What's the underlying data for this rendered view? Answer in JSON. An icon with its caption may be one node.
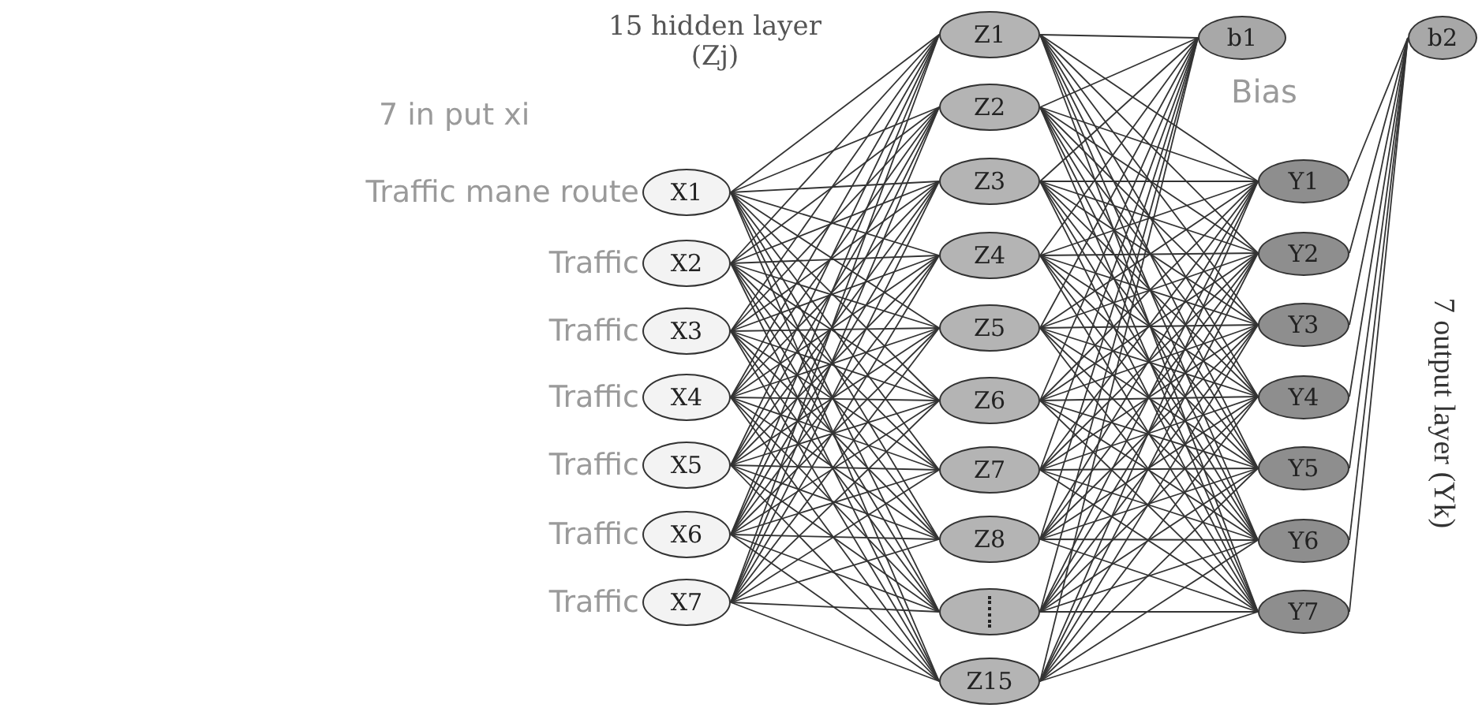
{
  "diagram": {
    "nodes": [
      {
        "text": [
          "X1"
        ],
        "beside": [
          "Traffic mane route"
        ]
      },
      {
        "text": [
          "X2"
        ],
        "beside": [
          "Traffic"
        ]
      },
      {
        "text": [
          "X3"
        ],
        "beside": [
          "Traffic"
        ]
      },
      {
        "text": [
          "X4"
        ],
        "beside": [
          "Traffic"
        ]
      },
      {
        "text": [
          "X5"
        ],
        "beside": [
          "Traffic"
        ]
      },
      {
        "text": [
          "X6"
        ],
        "beside": [
          "Traffic"
        ]
      },
      {
        "text": [
          "X7"
        ],
        "beside": [
          "Traffic"
        ]
      },
      {
        "text": [
          "Z1"
        ]
      },
      {
        "text": [
          "Z2"
        ]
      },
      {
        "text": [
          "Z3"
        ]
      },
      {
        "text": [
          "Z4"
        ]
      },
      {
        "text": [
          "Z5"
        ]
      },
      {
        "text": [
          "Z6"
        ]
      },
      {
        "text": [
          "Z7"
        ]
      },
      {
        "text": [
          "Z8"
        ]
      },
      {
        "text": [],
        "shape": "circle"
      },
      {
        "text": [
          "Z15"
        ]
      },
      {
        "text": [
          "b1"
        ]
      },
      {
        "text": [
          "Y1"
        ]
      },
      {
        "text": [
          "Y2"
        ]
      },
      {
        "text": [
          "Y3"
        ]
      },
      {
        "text": [
          "Y4"
        ]
      },
      {
        "text": [
          "Y5"
        ]
      },
      {
        "text": [
          "Y6"
        ]
      },
      {
        "text": [
          "Y7"
        ]
      },
      {
        "text": [
          "b2"
        ]
      }
    ],
    "edges": [
      {
        "from": 0,
        "to": 7,
        "arrow": "none"
      },
      {
        "from": 0,
        "to": 8,
        "arrow": "none"
      },
      {
        "from": 0,
        "to": 9,
        "arrow": "none"
      },
      {
        "from": 0,
        "to": 10,
        "arrow": "none"
      },
      {
        "from": 0,
        "to": 11,
        "arrow": "none"
      },
      {
        "from": 0,
        "to": 12,
        "arrow": "none"
      },
      {
        "from": 0,
        "to": 13,
        "arrow": "none"
      },
      {
        "from": 0,
        "to": 14,
        "arrow": "none"
      },
      {
        "from": 0,
        "to": 15,
        "arrow": "none"
      },
      {
        "from": 0,
        "to": 16,
        "arrow": "none"
      },
      {
        "from": 1,
        "to": 7,
        "arrow": "none"
      },
      {
        "from": 1,
        "to": 8,
        "arrow": "none"
      },
      {
        "from": 1,
        "to": 9,
        "arrow": "none"
      },
      {
        "from": 1,
        "to": 10,
        "arrow": "none"
      },
      {
        "from": 1,
        "to": 11,
        "arrow": "none"
      },
      {
        "from": 1,
        "to": 12,
        "arrow": "none"
      },
      {
        "from": 1,
        "to": 13,
        "arrow": "none"
      },
      {
        "from": 1,
        "to": 14,
        "arrow": "none"
      },
      {
        "from": 1,
        "to": 15,
        "arrow": "none"
      },
      {
        "from": 1,
        "to": 16,
        "arrow": "none"
      },
      {
        "from": 2,
        "to": 7,
        "arrow": "none"
      },
      {
        "from": 2,
        "to": 8,
        "arrow": "none"
      },
      {
        "from": 2,
        "to": 9,
        "arrow": "none"
      },
      {
        "from": 2,
        "to": 10,
        "arrow": "none"
      },
      {
        "from": 2,
        "to": 11,
        "arrow": "none"
      },
      {
        "from": 2,
        "to": 12,
        "arrow": "none"
      },
      {
        "from": 2,
        "to": 13,
        "arrow": "none"
      },
      {
        "from": 2,
        "to": 14,
        "arrow": "none"
      },
      {
        "from": 2,
        "to": 15,
        "arrow": "none"
      },
      {
        "from": 2,
        "to": 16,
        "arrow": "none"
      },
      {
        "from": 3,
        "to": 7,
        "arrow": "none"
      },
      {
        "from": 3,
        "to": 8,
        "arrow": "none"
      },
      {
        "from": 3,
        "to": 9,
        "arrow": "none"
      },
      {
        "from": 3,
        "to": 10,
        "arrow": "none"
      },
      {
        "from": 3,
        "to": 11,
        "arrow": "none"
      },
      {
        "from": 3,
        "to": 12,
        "arrow": "none"
      },
      {
        "from": 3,
        "to": 13,
        "arrow": "none"
      },
      {
        "from": 3,
        "to": 14,
        "arrow": "none"
      },
      {
        "from": 3,
        "to": 15,
        "arrow": "none"
      },
      {
        "from": 3,
        "to": 16,
        "arrow": "none"
      },
      {
        "from": 4,
        "to": 7,
        "arrow": "none"
      },
      {
        "from": 4,
        "to": 8,
        "arrow": "none"
      },
      {
        "from": 4,
        "to": 9,
        "arrow": "none"
      },
      {
        "from": 4,
        "to": 10,
        "arrow": "none"
      },
      {
        "from": 4,
        "to": 11,
        "arrow": "none"
      },
      {
        "from": 4,
        "to": 12,
        "arrow": "none"
      },
      {
        "from": 4,
        "to": 13,
        "arrow": "none"
      },
      {
        "from": 4,
        "to": 14,
        "arrow": "none"
      },
      {
        "from": 4,
        "to": 15,
        "arrow": "none"
      },
      {
        "from": 4,
        "to": 16,
        "arrow": "none"
      },
      {
        "from": 5,
        "to": 7,
        "arrow": "none"
      },
      {
        "from": 5,
        "to": 8,
        "arrow": "none"
      },
      {
        "from": 5,
        "to": 9,
        "arrow": "none"
      },
      {
        "from": 5,
        "to": 10,
        "arrow": "none"
      },
      {
        "from": 5,
        "to": 11,
        "arrow": "none"
      },
      {
        "from": 5,
        "to": 12,
        "arrow": "none"
      },
      {
        "from": 5,
        "to": 13,
        "arrow": "none"
      },
      {
        "from": 5,
        "to": 14,
        "arrow": "none"
      },
      {
        "from": 5,
        "to": 15,
        "arrow": "none"
      },
      {
        "from": 5,
        "to": 16,
        "arrow": "none"
      },
      {
        "from": 6,
        "to": 7,
        "arrow": "none"
      },
      {
        "from": 6,
        "to": 8,
        "arrow": "none"
      },
      {
        "from": 6,
        "to": 9,
        "arrow": "none"
      },
      {
        "from": 6,
        "to": 10,
        "arrow": "none"
      },
      {
        "from": 6,
        "to": 11,
        "arrow": "none"
      },
      {
        "from": 6,
        "to": 12,
        "arrow": "none"
      },
      {
        "from": 6,
        "to": 13,
        "arrow": "none"
      },
      {
        "from": 6,
        "to": 14,
        "arrow": "none"
      },
      {
        "from": 6,
        "to": 15,
        "arrow": "none"
      },
      {
        "from": 6,
        "to": 16,
        "arrow": "none"
      },
      {
        "from": 7,
        "to": 18,
        "arrow": "none"
      },
      {
        "from": 7,
        "to": 19,
        "arrow": "none"
      },
      {
        "from": 7,
        "to": 20,
        "arrow": "none"
      },
      {
        "from": 7,
        "to": 21,
        "arrow": "none"
      },
      {
        "from": 7,
        "to": 22,
        "arrow": "none"
      },
      {
        "from": 7,
        "to": 23,
        "arrow": "none"
      },
      {
        "from": 7,
        "to": 24,
        "arrow": "none"
      },
      {
        "from": 8,
        "to": 18,
        "arrow": "none"
      },
      {
        "from": 8,
        "to": 19,
        "arrow": "none"
      },
      {
        "from": 8,
        "to": 20,
        "arrow": "none"
      },
      {
        "from": 8,
        "to": 21,
        "arrow": "none"
      },
      {
        "from": 8,
        "to": 22,
        "arrow": "none"
      },
      {
        "from": 8,
        "to": 23,
        "arrow": "none"
      },
      {
        "from": 8,
        "to": 24,
        "arrow": "none"
      },
      {
        "from": 9,
        "to": 18,
        "arrow": "none"
      },
      {
        "from": 9,
        "to": 19,
        "arrow": "none"
      },
      {
        "from": 9,
        "to": 20,
        "arrow": "none"
      },
      {
        "from": 9,
        "to": 21,
        "arrow": "none"
      },
      {
        "from": 9,
        "to": 22,
        "arrow": "none"
      },
      {
        "from": 9,
        "to": 23,
        "arrow": "none"
      },
      {
        "from": 9,
        "to": 24,
        "arrow": "none"
      },
      {
        "from": 10,
        "to": 18,
        "arrow": "none"
      },
      {
        "from": 10,
        "to": 19,
        "arrow": "none"
      },
      {
        "from": 10,
        "to": 20,
        "arrow": "none"
      },
      {
        "from": 10,
        "to": 21,
        "arrow": "none"
      },
      {
        "from": 10,
        "to": 22,
        "arrow": "none"
      },
      {
        "from": 10,
        "to": 23,
        "arrow": "none"
      },
      {
        "from": 10,
        "to": 24,
        "arrow": "none"
      },
      {
        "from": 11,
        "to": 18,
        "arrow": "none"
      },
      {
        "from": 11,
        "to": 19,
        "arrow": "none"
      },
      {
        "from": 11,
        "to": 20,
        "arrow": "none"
      },
      {
        "from": 11,
        "to": 21,
        "arrow": "none"
      },
      {
        "from": 11,
        "to": 22,
        "arrow": "none"
      },
      {
        "from": 11,
        "to": 23,
        "arrow": "none"
      },
      {
        "from": 11,
        "to": 24,
        "arrow": "none"
      },
      {
        "from": 12,
        "to": 18,
        "arrow": "none"
      },
      {
        "from": 12,
        "to": 19,
        "arrow": "none"
      },
      {
        "from": 12,
        "to": 20,
        "arrow": "none"
      },
      {
        "from": 12,
        "to": 21,
        "arrow": "none"
      },
      {
        "from": 12,
        "to": 22,
        "arrow": "none"
      },
      {
        "from": 12,
        "to": 23,
        "arrow": "none"
      },
      {
        "from": 12,
        "to": 24,
        "arrow": "none"
      },
      {
        "from": 13,
        "to": 18,
        "arrow": "none"
      },
      {
        "from": 13,
        "to": 19,
        "arrow": "none"
      },
      {
        "from": 13,
        "to": 20,
        "arrow": "none"
      },
      {
        "from": 13,
        "to": 21,
        "arrow": "none"
      },
      {
        "from": 13,
        "to": 22,
        "arrow": "none"
      },
      {
        "from": 13,
        "to": 23,
        "arrow": "none"
      },
      {
        "from": 13,
        "to": 24,
        "arrow": "none"
      },
      {
        "from": 14,
        "to": 18,
        "arrow": "none"
      },
      {
        "from": 14,
        "to": 19,
        "arrow": "none"
      },
      {
        "from": 14,
        "to": 20,
        "arrow": "none"
      },
      {
        "from": 14,
        "to": 21,
        "arrow": "none"
      },
      {
        "from": 14,
        "to": 22,
        "arrow": "none"
      },
      {
        "from": 14,
        "to": 23,
        "arrow": "none"
      },
      {
        "from": 14,
        "to": 24,
        "arrow": "none"
      },
      {
        "from": 15,
        "to": 18,
        "arrow": "none"
      },
      {
        "from": 15,
        "to": 19,
        "arrow": "none"
      },
      {
        "from": 15,
        "to": 20,
        "arrow": "none"
      },
      {
        "from": 15,
        "to": 21,
        "arrow": "none"
      },
      {
        "from": 15,
        "to": 22,
        "arrow": "none"
      },
      {
        "from": 15,
        "to": 23,
        "arrow": "none"
      },
      {
        "from": 15,
        "to": 24,
        "arrow": "none"
      },
      {
        "from": 16,
        "to": 18,
        "arrow": "none"
      },
      {
        "from": 16,
        "to": 19,
        "arrow": "none"
      },
      {
        "from": 16,
        "to": 20,
        "arrow": "none"
      },
      {
        "from": 16,
        "to": 21,
        "arrow": "none"
      },
      {
        "from": 16,
        "to": 22,
        "arrow": "none"
      },
      {
        "from": 16,
        "to": 23,
        "arrow": "none"
      },
      {
        "from": 16,
        "to": 24,
        "arrow": "none"
      },
      {
        "from": 17,
        "to": 7,
        "arrow": "none"
      },
      {
        "from": 17,
        "to": 8,
        "arrow": "none"
      },
      {
        "from": 17,
        "to": 9,
        "arrow": "none"
      },
      {
        "from": 17,
        "to": 10,
        "arrow": "none"
      },
      {
        "from": 17,
        "to": 11,
        "arrow": "none"
      },
      {
        "from": 17,
        "to": 12,
        "arrow": "none"
      },
      {
        "from": 17,
        "to": 13,
        "arrow": "none"
      },
      {
        "from": 17,
        "to": 14,
        "arrow": "none"
      },
      {
        "from": 17,
        "to": 15,
        "arrow": "none"
      },
      {
        "from": 17,
        "to": 16,
        "arrow": "none"
      },
      {
        "from": 25,
        "to": 18,
        "arrow": "none"
      },
      {
        "from": 25,
        "to": 19,
        "arrow": "none"
      },
      {
        "from": 25,
        "to": 20,
        "arrow": "none"
      },
      {
        "from": 25,
        "to": 21,
        "arrow": "none"
      },
      {
        "from": 25,
        "to": 22,
        "arrow": "none"
      },
      {
        "from": 25,
        "to": 23,
        "arrow": "none"
      },
      {
        "from": 25,
        "to": 24,
        "arrow": "none"
      }
    ],
    "labels": [
      "15 hidden layer (Zj)",
      "7 in put xi",
      "Bias",
      "7 output layer (Yk)"
    ]
  }
}
